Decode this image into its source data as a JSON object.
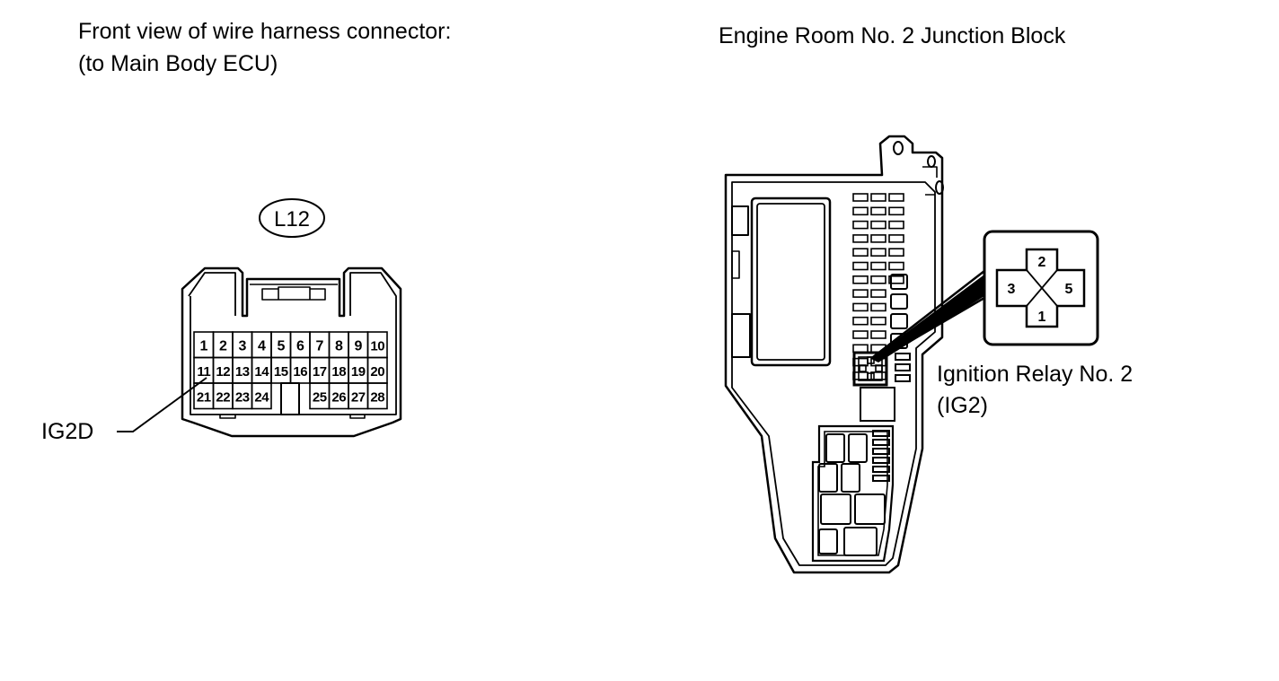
{
  "left_panel": {
    "title_line1": "Front view of wire harness connector:",
    "title_line2": "(to Main Body ECU)",
    "connector_id": "L12",
    "pin_rows": [
      [
        "1",
        "2",
        "3",
        "4",
        "5",
        "6",
        "7",
        "8",
        "9",
        "10"
      ],
      [
        "11",
        "12",
        "13",
        "14",
        "15",
        "16",
        "17",
        "18",
        "19",
        "20"
      ],
      [
        "21",
        "22",
        "23",
        "24",
        "",
        "",
        "25",
        "26",
        "27",
        "28"
      ]
    ],
    "callout_label": "IG2D"
  },
  "right_panel": {
    "title": "Engine Room No. 2 Junction Block",
    "relay_name_line1": "Ignition Relay No. 2",
    "relay_name_line2": "(IG2)",
    "relay_pins": {
      "top": "2",
      "left": "3",
      "right": "5",
      "bottom": "1"
    }
  }
}
